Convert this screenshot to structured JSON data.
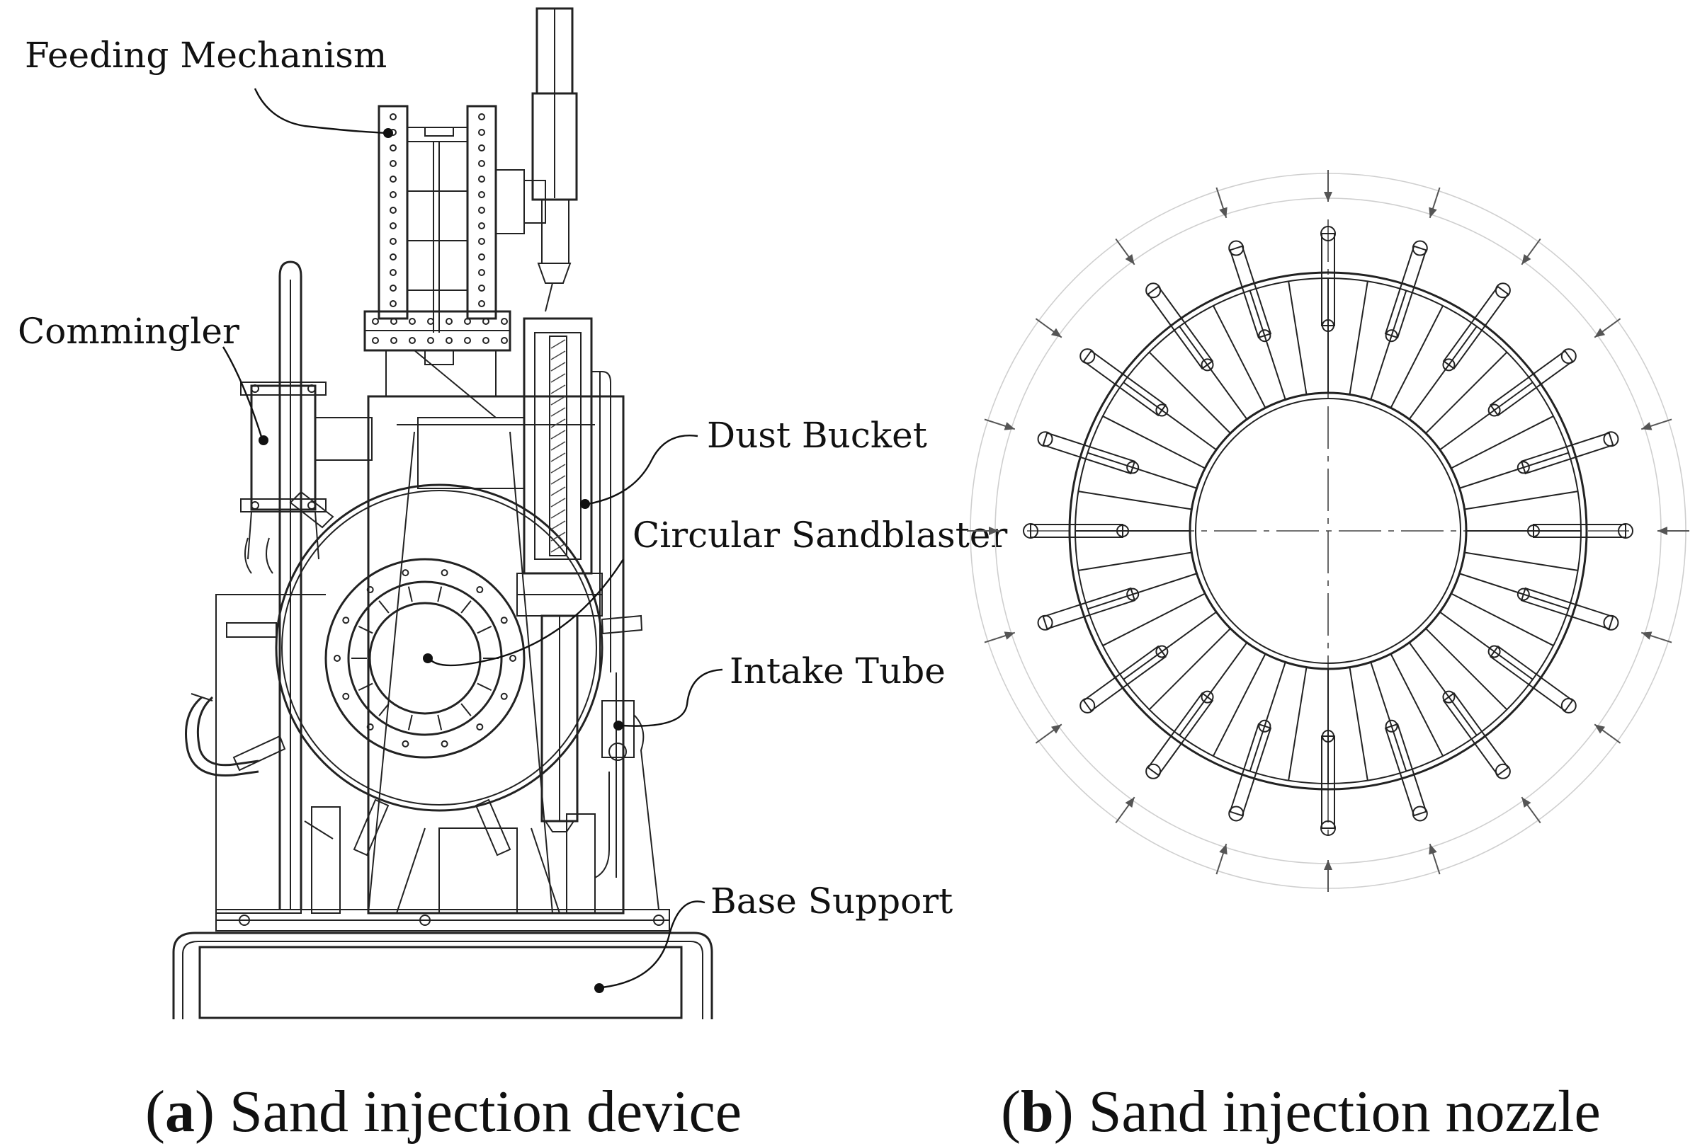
{
  "panel_a": {
    "caption_letter": "a",
    "caption_text": "Sand injection device",
    "labels": {
      "feeding_mechanism": "Feeding Mechanism",
      "commingler": "Commingler",
      "dust_bucket": "Dust Bucket",
      "circular_sandblaster": "Circular Sandblaster",
      "intake_tube": "Intake Tube",
      "base_support": "Base Support"
    }
  },
  "panel_b": {
    "caption_letter": "b",
    "caption_text": "Sand injection nozzle",
    "nozzle_count": 20
  }
}
